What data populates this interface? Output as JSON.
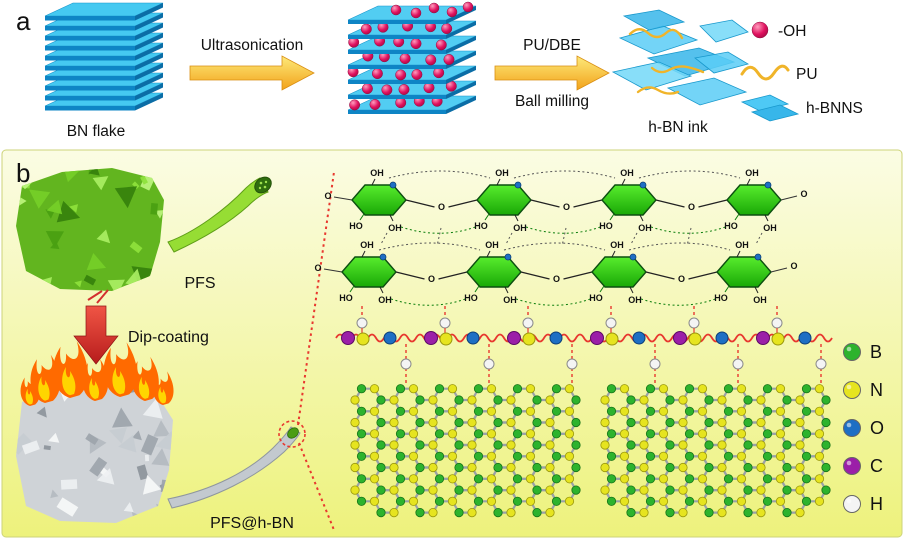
{
  "figure": {
    "panel_a": {
      "tag": "a",
      "bn_flake_label": "BN flake",
      "ultrasonication_label": "Ultrasonication",
      "pu_dbe_label": "PU/DBE",
      "ball_milling_label": "Ball milling",
      "hbn_ink_label": "h-BN ink",
      "legend": {
        "oh_label": "-OH",
        "pu_label": "PU",
        "hbnns_label": "h-BNNS",
        "oh_color": "#e0115f",
        "pu_color": "#f0b429",
        "hbnns_color": "#4ec9f5"
      },
      "colors": {
        "bn_layer_top": "#45c9f1",
        "bn_layer_front": "#0e85c5",
        "arrow_yellow": "#f2a21a"
      }
    },
    "panel_b": {
      "tag": "b",
      "pfs_label": "PFS",
      "dip_coating_label": "Dip-coating",
      "product_label": "PFS@h-BN",
      "chem": {
        "oh": "OH",
        "ho": "HO",
        "o": "O"
      },
      "atom_legend": [
        {
          "symbol": "B",
          "color": "#2db32d"
        },
        {
          "symbol": "N",
          "color": "#e6e41f"
        },
        {
          "symbol": "O",
          "color": "#1e6fc4"
        },
        {
          "symbol": "C",
          "color": "#9b1fa8"
        },
        {
          "symbol": "H",
          "color": "#f4f4f4"
        }
      ],
      "colors": {
        "background_top": "#fbfce4",
        "background_bottom": "#edf27c",
        "sponge_green": "#62b51f",
        "sponge_gray": "#cfd3d7",
        "flame_orange": "#ff6a00",
        "flame_yellow": "#ffd500",
        "pu_chain_red": "#e8382f",
        "hbond_green": "#0a7d0a",
        "dip_arrow_red": "#c62828"
      }
    }
  }
}
